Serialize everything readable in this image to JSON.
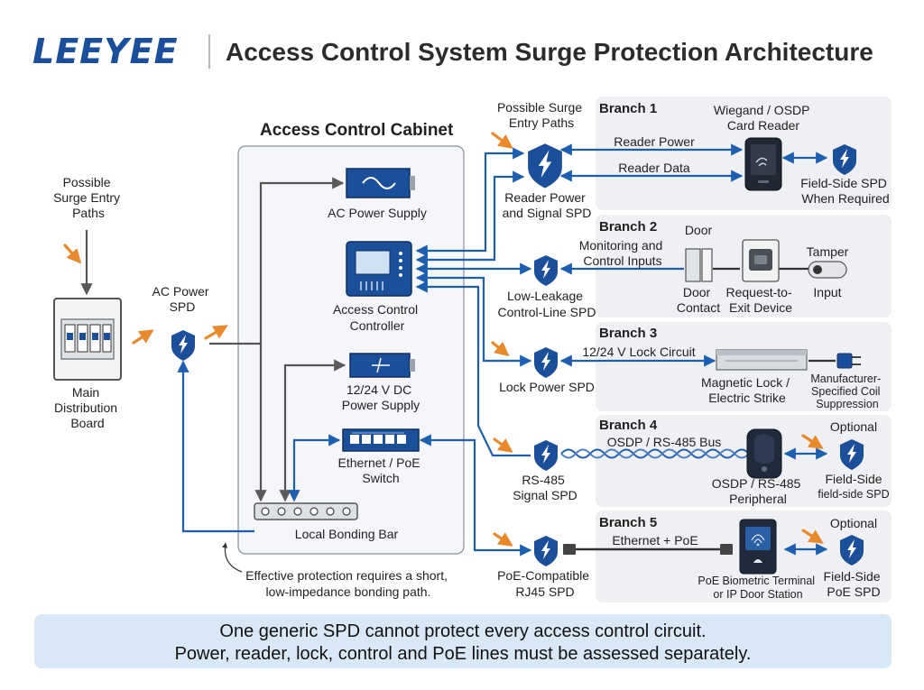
{
  "header": {
    "brand": "LEEYEE",
    "title": "Access Control System Surge Protection Architecture"
  },
  "cabinet": {
    "title": "Access Control Cabinet",
    "ac_power_supply": "AC Power Supply",
    "controller": [
      "Access Control",
      "Controller"
    ],
    "dc_power_supply": [
      "12/24 V DC",
      "Power Supply"
    ],
    "switch": [
      "Ethernet / PoE",
      "Switch"
    ],
    "bonding_bar": "Local Bonding Bar"
  },
  "left": {
    "surge_paths": [
      "Possible",
      "Surge Entry",
      "Paths"
    ],
    "distribution_board": [
      "Main",
      "Distribution",
      "Board"
    ],
    "ac_spd": [
      "AC Power",
      "SPD"
    ]
  },
  "bonding_note": [
    "Effective protection requires a short,",
    "low-impedance bonding path."
  ],
  "mid": {
    "surge_paths": [
      "Possible Surge",
      "Entry Paths"
    ],
    "reader_spd": [
      "Reader Power",
      "and Signal SPD"
    ],
    "control_spd": [
      "Low-Leakage",
      "Control-Line SPD"
    ],
    "lock_spd": "Lock Power SPD",
    "rs485_spd": [
      "RS-485",
      "Signal SPD"
    ],
    "poe_spd": [
      "PoE-Compatible",
      "RJ45 SPD"
    ]
  },
  "branches": {
    "b1": {
      "title": "Branch 1",
      "device": [
        "Wiegand / OSDP",
        "Card Reader"
      ],
      "power": "Reader Power",
      "data": "Reader Data",
      "field_spd": [
        "Field-Side SPD",
        "When Required"
      ]
    },
    "b2": {
      "title": "Branch 2",
      "door": "Door",
      "inputs": [
        "Monitoring and",
        "Control Inputs"
      ],
      "door_contact": [
        "Door",
        "Contact"
      ],
      "rex": [
        "Request-to-",
        "Exit Device"
      ],
      "tamper": [
        "Tamper",
        "Input"
      ]
    },
    "b3": {
      "title": "Branch 3",
      "circuit": "12/24 V Lock Circuit",
      "lock": [
        "Magnetic Lock /",
        "Electric Strike"
      ],
      "suppression": [
        "Manufacturer-",
        "Specified Coil",
        "Suppression"
      ]
    },
    "b4": {
      "title": "Branch 4",
      "bus": "OSDP / RS-485 Bus",
      "peripheral": [
        "OSDP / RS-485",
        "Peripheral"
      ],
      "optional": "Optional",
      "field_spd": [
        "Field-Side",
        "field-side SPD"
      ]
    },
    "b5": {
      "title": "Branch 5",
      "link": "Ethernet + PoE",
      "terminal": [
        "PoE Biometric Terminal",
        "or IP Door Station"
      ],
      "optional": "Optional",
      "field_spd": [
        "Field-Side",
        "PoE SPD"
      ]
    }
  },
  "banner": [
    "One generic SPD cannot protect every access control circuit.",
    "Power, reader, lock, control and PoE lines must be assessed separately."
  ],
  "colors": {
    "brand": "#1b4f9c",
    "spd_shield": "#1c4f9a",
    "wire_blue": "#1d5fae",
    "wire_gray": "#5a5a5a",
    "surge_arrow": "#e8892c",
    "panel_bg": "#eef0f3",
    "banner_bg": "#d8e8f7"
  }
}
